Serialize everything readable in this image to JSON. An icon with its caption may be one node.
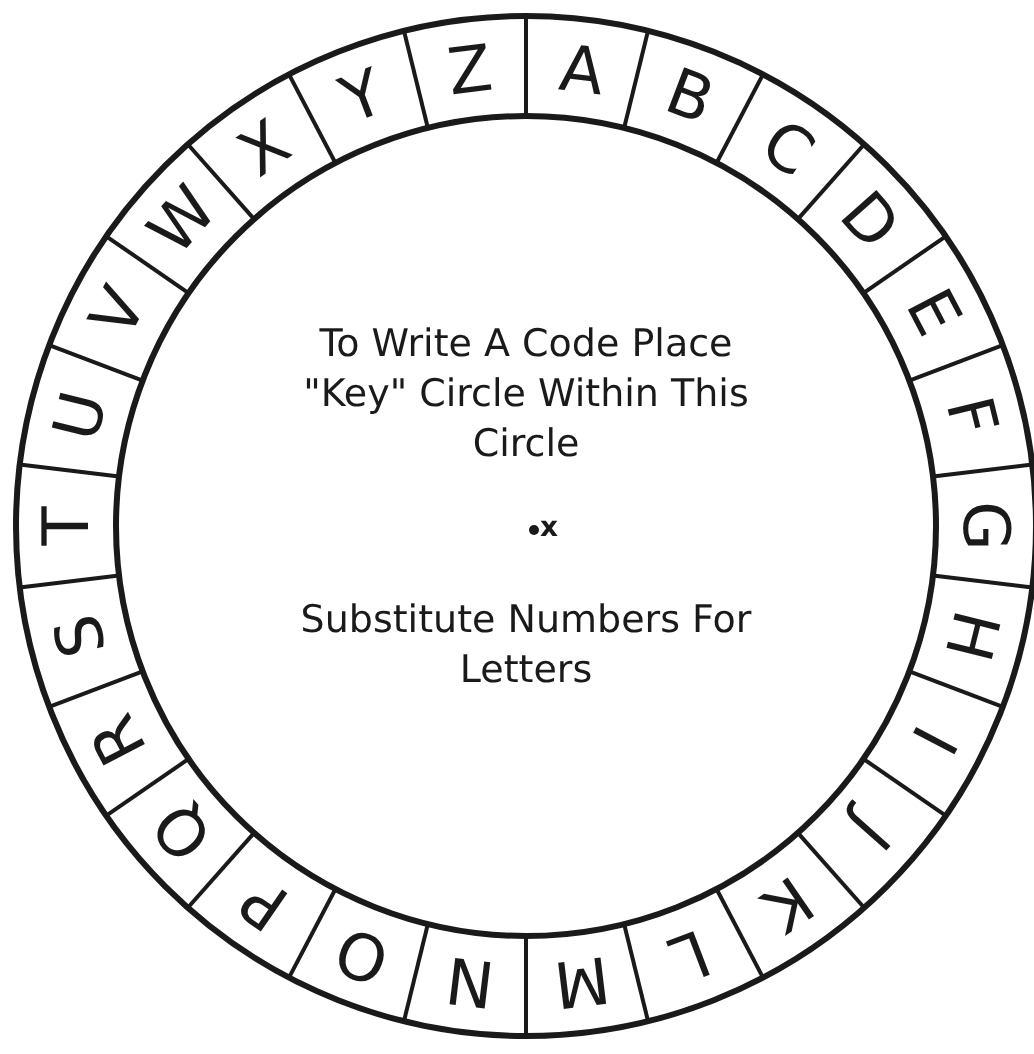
{
  "diagram": {
    "nodes": [
      {
        "text": [
          "A"
        ]
      },
      {
        "text": [
          "B"
        ]
      },
      {
        "text": [
          "C"
        ]
      },
      {
        "text": [
          "D"
        ]
      },
      {
        "text": [
          "E"
        ]
      },
      {
        "text": [
          "F"
        ]
      },
      {
        "text": [
          "G"
        ]
      },
      {
        "text": [
          "H"
        ]
      },
      {
        "text": [
          "I"
        ]
      },
      {
        "text": [
          "J"
        ]
      },
      {
        "text": [
          "K"
        ]
      },
      {
        "text": [
          "L"
        ]
      },
      {
        "text": [
          "M"
        ]
      },
      {
        "text": [
          "N"
        ]
      },
      {
        "text": [
          "O"
        ]
      },
      {
        "text": [
          "P"
        ]
      },
      {
        "text": [
          "Q"
        ]
      },
      {
        "text": [
          "R"
        ]
      },
      {
        "text": [
          "S"
        ]
      },
      {
        "text": [
          "T"
        ]
      },
      {
        "text": [
          "U"
        ]
      },
      {
        "text": [
          "V"
        ]
      },
      {
        "text": [
          "W"
        ]
      },
      {
        "text": [
          "X"
        ]
      },
      {
        "text": [
          "Y"
        ]
      },
      {
        "text": [
          "Z"
        ]
      }
    ],
    "edges": [],
    "labels": [
      "To Write A Code Place \"Key\" Circle Within This Circle",
      "x",
      "Substitute Numbers For Letters"
    ]
  }
}
